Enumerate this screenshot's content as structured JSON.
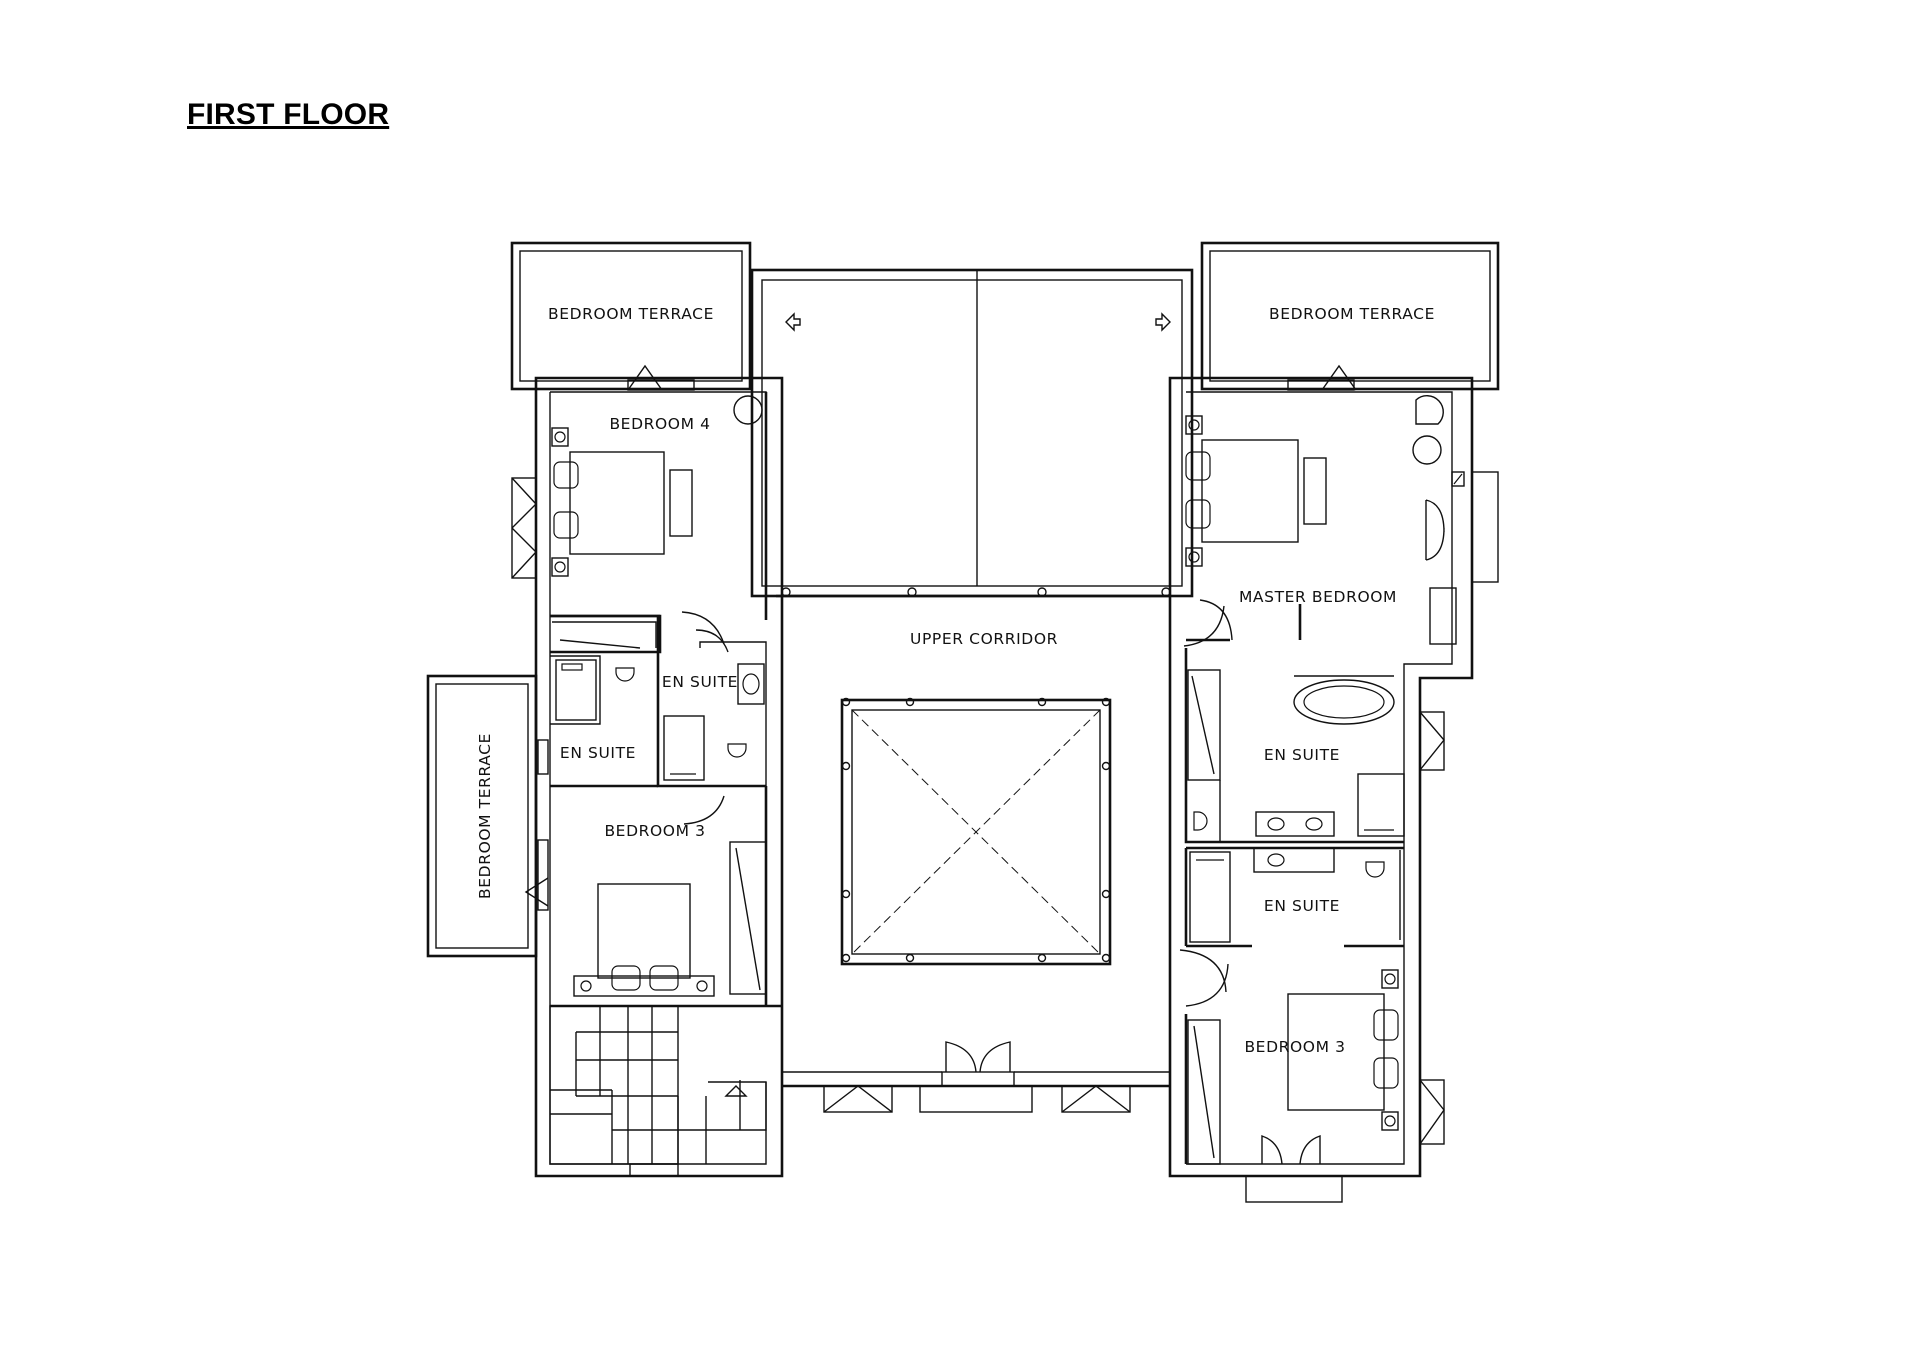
{
  "title": "FIRST FLOOR",
  "rooms": {
    "terrace_nw": "BEDROOM  TERRACE",
    "terrace_ne": "BEDROOM  TERRACE",
    "terrace_w": "BEDROOM  TERRACE",
    "bedroom4": "BEDROOM  4",
    "master_bedroom": "MASTER  BEDROOM",
    "upper_corridor": "UPPER  CORRIDOR",
    "en_suite_a": "EN  SUITE",
    "en_suite_b": "EN  SUITE",
    "en_suite_c": "EN  SUITE",
    "en_suite_d": "EN  SUITE",
    "bedroom3_w": "BEDROOM  3",
    "bedroom3_e": "BEDROOM  3"
  }
}
